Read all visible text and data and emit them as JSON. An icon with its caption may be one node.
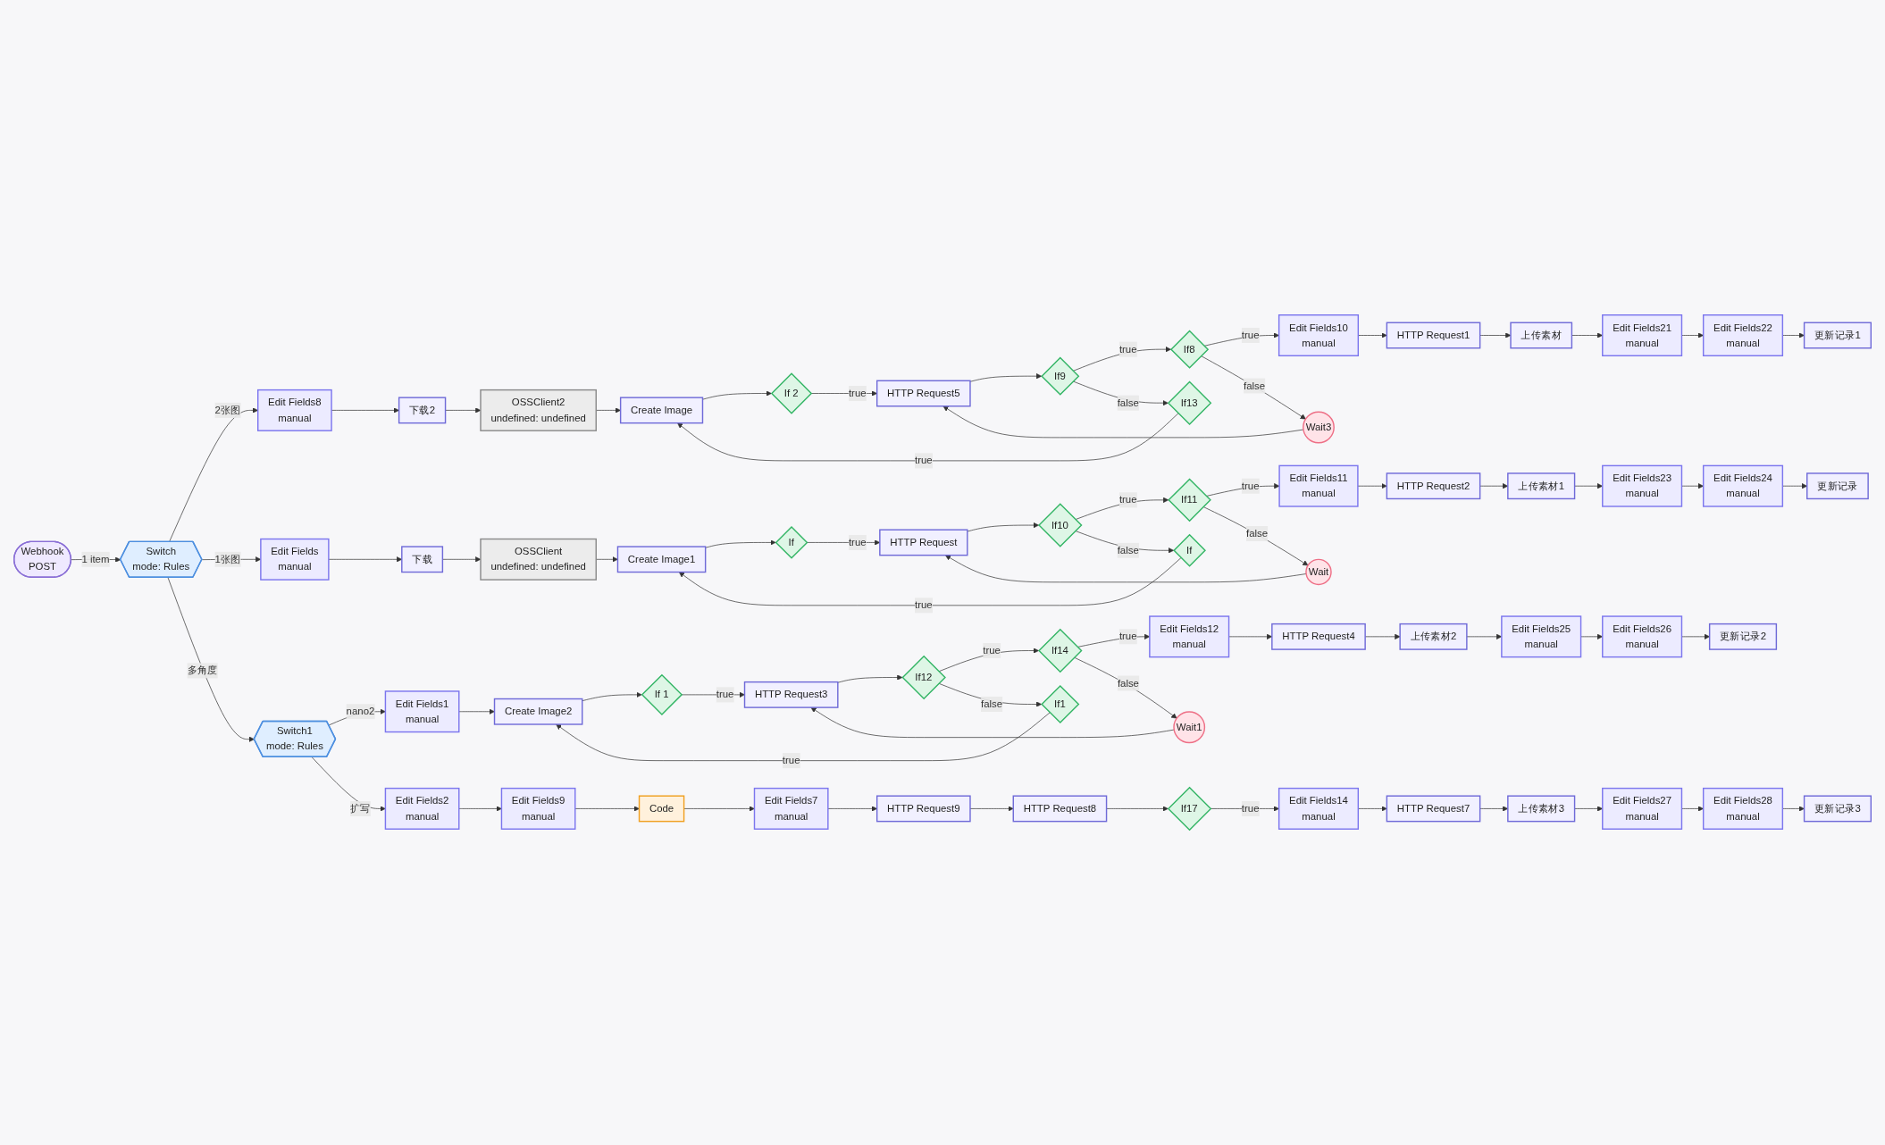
{
  "diagram": {
    "nodes": [
      {
        "text": [
          "Webhook",
          "POST"
        ]
      },
      {
        "text": [
          "Switch",
          "mode: Rules"
        ]
      },
      {
        "text": [
          "Edit Fields8",
          "manual"
        ]
      },
      {
        "text": [
          "下载2"
        ]
      },
      {
        "text": [
          "OSSClient2",
          "undefined: undefined"
        ]
      },
      {
        "text": [
          "Create Image"
        ]
      },
      {
        "text": [
          "If 2"
        ]
      },
      {
        "text": [
          "HTTP Request5"
        ]
      },
      {
        "text": [
          "If9"
        ]
      },
      {
        "text": [
          "If8"
        ]
      },
      {
        "text": [
          "If13"
        ]
      },
      {
        "text": [
          "Wait3"
        ]
      },
      {
        "text": [
          "Edit Fields10",
          "manual"
        ]
      },
      {
        "text": [
          "HTTP Request1"
        ]
      },
      {
        "text": [
          "上传素材"
        ]
      },
      {
        "text": [
          "Edit Fields21",
          "manual"
        ]
      },
      {
        "text": [
          "Edit Fields22",
          "manual"
        ]
      },
      {
        "text": [
          "更新记录1"
        ]
      },
      {
        "text": [
          "Edit Fields",
          "manual"
        ]
      },
      {
        "text": [
          "下载"
        ]
      },
      {
        "text": [
          "OSSClient",
          "undefined: undefined"
        ]
      },
      {
        "text": [
          "Create Image1"
        ]
      },
      {
        "text": [
          "If"
        ]
      },
      {
        "text": [
          "HTTP Request"
        ]
      },
      {
        "text": [
          "If10"
        ]
      },
      {
        "text": [
          "If"
        ]
      },
      {
        "text": [
          "If11"
        ]
      },
      {
        "text": [
          "Wait"
        ]
      },
      {
        "text": [
          "Edit Fields11",
          "manual"
        ]
      },
      {
        "text": [
          "HTTP Request2"
        ]
      },
      {
        "text": [
          "上传素材1"
        ]
      },
      {
        "text": [
          "Edit Fields23",
          "manual"
        ]
      },
      {
        "text": [
          "Edit Fields24",
          "manual"
        ]
      },
      {
        "text": [
          "更新记录"
        ]
      },
      {
        "text": [
          "Switch1",
          "mode: Rules"
        ]
      },
      {
        "text": [
          "Edit Fields1",
          "manual"
        ]
      },
      {
        "text": [
          "Create Image2"
        ]
      },
      {
        "text": [
          "If 1"
        ]
      },
      {
        "text": [
          "HTTP Request3"
        ]
      },
      {
        "text": [
          "If12"
        ]
      },
      {
        "text": [
          "If1"
        ]
      },
      {
        "text": [
          "If14"
        ]
      },
      {
        "text": [
          "Wait1"
        ]
      },
      {
        "text": [
          "Edit Fields12",
          "manual"
        ]
      },
      {
        "text": [
          "HTTP Request4"
        ]
      },
      {
        "text": [
          "上传素材2"
        ]
      },
      {
        "text": [
          "Edit Fields25",
          "manual"
        ]
      },
      {
        "text": [
          "Edit Fields26",
          "manual"
        ]
      },
      {
        "text": [
          "更新记录2"
        ]
      },
      {
        "text": [
          "Edit Fields2",
          "manual"
        ]
      },
      {
        "text": [
          "Edit Fields9",
          "manual"
        ]
      },
      {
        "text": [
          "Code"
        ]
      },
      {
        "text": [
          "Edit Fields7",
          "manual"
        ]
      },
      {
        "text": [
          "HTTP Request9"
        ]
      },
      {
        "text": [
          "HTTP Request8"
        ]
      },
      {
        "text": [
          "If17"
        ]
      },
      {
        "text": [
          "Edit Fields14",
          "manual"
        ]
      },
      {
        "text": [
          "HTTP Request7"
        ]
      },
      {
        "text": [
          "上传素材3"
        ]
      },
      {
        "text": [
          "Edit Fields27",
          "manual"
        ]
      },
      {
        "text": [
          "Edit Fields28",
          "manual"
        ]
      },
      {
        "text": [
          "更新记录3"
        ]
      }
    ],
    "edges": [
      {
        "from": 0,
        "to": 1,
        "arrow": "to",
        "label": "1 item"
      },
      {
        "from": 1,
        "to": 2,
        "arrow": "to",
        "label": "2张图"
      },
      {
        "from": 1,
        "to": 18,
        "arrow": "to",
        "label": "1张图"
      },
      {
        "from": 1,
        "to": 34,
        "arrow": "to",
        "label": "多角度"
      },
      {
        "from": 2,
        "to": 3,
        "arrow": "to"
      },
      {
        "from": 3,
        "to": 4,
        "arrow": "to"
      },
      {
        "from": 4,
        "to": 5,
        "arrow": "to"
      },
      {
        "from": 5,
        "to": 6,
        "arrow": "to"
      },
      {
        "from": 6,
        "to": 7,
        "arrow": "to",
        "label": "true"
      },
      {
        "from": 7,
        "to": 8,
        "arrow": "to"
      },
      {
        "from": 8,
        "to": 9,
        "arrow": "to",
        "label": "true"
      },
      {
        "from": 8,
        "to": 10,
        "arrow": "to",
        "label": "false"
      },
      {
        "from": 9,
        "to": 12,
        "arrow": "to",
        "label": "true"
      },
      {
        "from": 9,
        "to": 11,
        "arrow": "to",
        "label": "false"
      },
      {
        "from": 10,
        "to": 5,
        "arrow": "to",
        "label": "true"
      },
      {
        "from": 11,
        "to": 7,
        "arrow": "to"
      },
      {
        "from": 12,
        "to": 13,
        "arrow": "to"
      },
      {
        "from": 13,
        "to": 14,
        "arrow": "to"
      },
      {
        "from": 14,
        "to": 15,
        "arrow": "to"
      },
      {
        "from": 15,
        "to": 16,
        "arrow": "to"
      },
      {
        "from": 16,
        "to": 17,
        "arrow": "to"
      },
      {
        "from": 18,
        "to": 19,
        "arrow": "to"
      },
      {
        "from": 19,
        "to": 20,
        "arrow": "to"
      },
      {
        "from": 20,
        "to": 21,
        "arrow": "to"
      },
      {
        "from": 21,
        "to": 22,
        "arrow": "to"
      },
      {
        "from": 22,
        "to": 23,
        "arrow": "to",
        "label": "true"
      },
      {
        "from": 23,
        "to": 24,
        "arrow": "to"
      },
      {
        "from": 24,
        "to": 26,
        "arrow": "to",
        "label": "true"
      },
      {
        "from": 24,
        "to": 25,
        "arrow": "to",
        "label": "false"
      },
      {
        "from": 25,
        "to": 21,
        "arrow": "to",
        "label": "true"
      },
      {
        "from": 26,
        "to": 28,
        "arrow": "to",
        "label": "true"
      },
      {
        "from": 26,
        "to": 27,
        "arrow": "to",
        "label": "false"
      },
      {
        "from": 27,
        "to": 23,
        "arrow": "to"
      },
      {
        "from": 28,
        "to": 29,
        "arrow": "to"
      },
      {
        "from": 29,
        "to": 30,
        "arrow": "to"
      },
      {
        "from": 30,
        "to": 31,
        "arrow": "to"
      },
      {
        "from": 31,
        "to": 32,
        "arrow": "to"
      },
      {
        "from": 32,
        "to": 33,
        "arrow": "to"
      },
      {
        "from": 34,
        "to": 35,
        "arrow": "to",
        "label": "nano2"
      },
      {
        "from": 34,
        "to": 49,
        "arrow": "to",
        "label": "扩写"
      },
      {
        "from": 35,
        "to": 36,
        "arrow": "to"
      },
      {
        "from": 36,
        "to": 37,
        "arrow": "to"
      },
      {
        "from": 37,
        "to": 38,
        "arrow": "to",
        "label": "true"
      },
      {
        "from": 38,
        "to": 39,
        "arrow": "to"
      },
      {
        "from": 39,
        "to": 41,
        "arrow": "to",
        "label": "true"
      },
      {
        "from": 39,
        "to": 40,
        "arrow": "to",
        "label": "false"
      },
      {
        "from": 40,
        "to": 36,
        "arrow": "to",
        "label": "true"
      },
      {
        "from": 41,
        "to": 43,
        "arrow": "to",
        "label": "true"
      },
      {
        "from": 41,
        "to": 42,
        "arrow": "to",
        "label": "false"
      },
      {
        "from": 42,
        "to": 38,
        "arrow": "to"
      },
      {
        "from": 43,
        "to": 44,
        "arrow": "to"
      },
      {
        "from": 44,
        "to": 45,
        "arrow": "to"
      },
      {
        "from": 45,
        "to": 46,
        "arrow": "to"
      },
      {
        "from": 46,
        "to": 47,
        "arrow": "to"
      },
      {
        "from": 47,
        "to": 48,
        "arrow": "to"
      },
      {
        "from": 49,
        "to": 50,
        "arrow": "to"
      },
      {
        "from": 50,
        "to": 51,
        "arrow": "to"
      },
      {
        "from": 51,
        "to": 52,
        "arrow": "to"
      },
      {
        "from": 52,
        "to": 53,
        "arrow": "to"
      },
      {
        "from": 53,
        "to": 54,
        "arrow": "to"
      },
      {
        "from": 54,
        "to": 55,
        "arrow": "to"
      },
      {
        "from": 55,
        "to": 56,
        "arrow": "to",
        "label": "true"
      },
      {
        "from": 56,
        "to": 57,
        "arrow": "to"
      },
      {
        "from": 57,
        "to": 58,
        "arrow": "to"
      },
      {
        "from": 58,
        "to": 59,
        "arrow": "to"
      },
      {
        "from": 59,
        "to": 60,
        "arrow": "to"
      },
      {
        "from": 60,
        "to": 61,
        "arrow": "to"
      }
    ]
  }
}
